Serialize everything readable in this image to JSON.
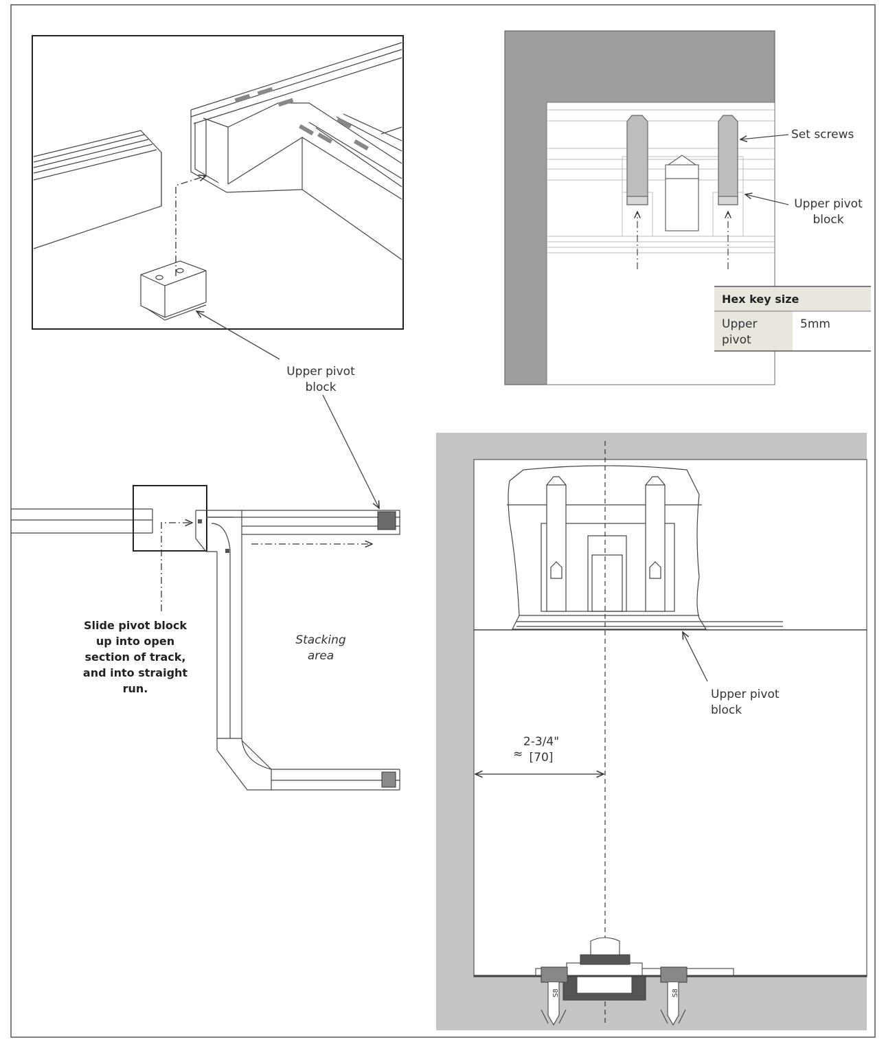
{
  "colors": {
    "wall_dark": "#9e9e9e",
    "wall_light": "#c4c4c4",
    "block_fill": "#6b6b6b",
    "table_header_bg": "#e9e6dd",
    "line": "#333333"
  },
  "panel_isometric": {
    "label": [
      "Upper pivot",
      "block"
    ]
  },
  "panel_topview": {
    "set_screws_label": "Set screws",
    "pivot_label": [
      "Upper pivot",
      "block"
    ],
    "hex_table": {
      "header": "Hex key size",
      "row_label": [
        "Upper",
        "pivot"
      ],
      "row_value": "5mm"
    }
  },
  "panel_plan": {
    "instruction": [
      "Slide pivot block",
      "up into open",
      "section of track,",
      "and into straight",
      "run."
    ],
    "stacking": [
      "Stacking",
      "area"
    ]
  },
  "panel_section": {
    "pivot_label": [
      "Upper pivot",
      "block"
    ],
    "dimension": {
      "approx": "≈",
      "imperial": "2-3/4\"",
      "metric": "[70]"
    },
    "anchor_label": "S8"
  }
}
